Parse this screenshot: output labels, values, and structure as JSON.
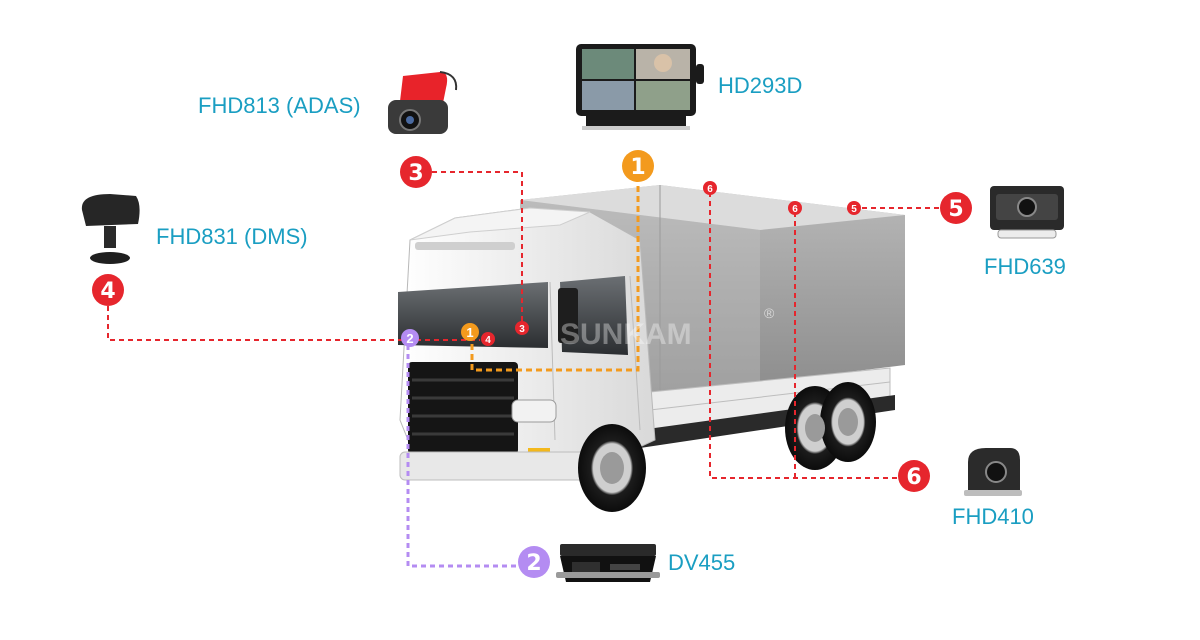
{
  "labels": {
    "adas": "FHD813 (ADAS)",
    "monitor": "HD293D",
    "dms": "FHD831 (DMS)",
    "rear_cam": "FHD639",
    "side_cam": "FHD410",
    "mdvr": "DV455"
  },
  "watermark": "SUNKAM",
  "watermark_mark": "®",
  "markers": {
    "m1": "1",
    "m2": "2",
    "m3": "3",
    "m4": "4",
    "m5": "5",
    "m6": "6"
  },
  "colors": {
    "label": "#1a9ec2",
    "red": "#e6262d",
    "orange": "#f39a1d",
    "purple": "#b48cf2"
  }
}
